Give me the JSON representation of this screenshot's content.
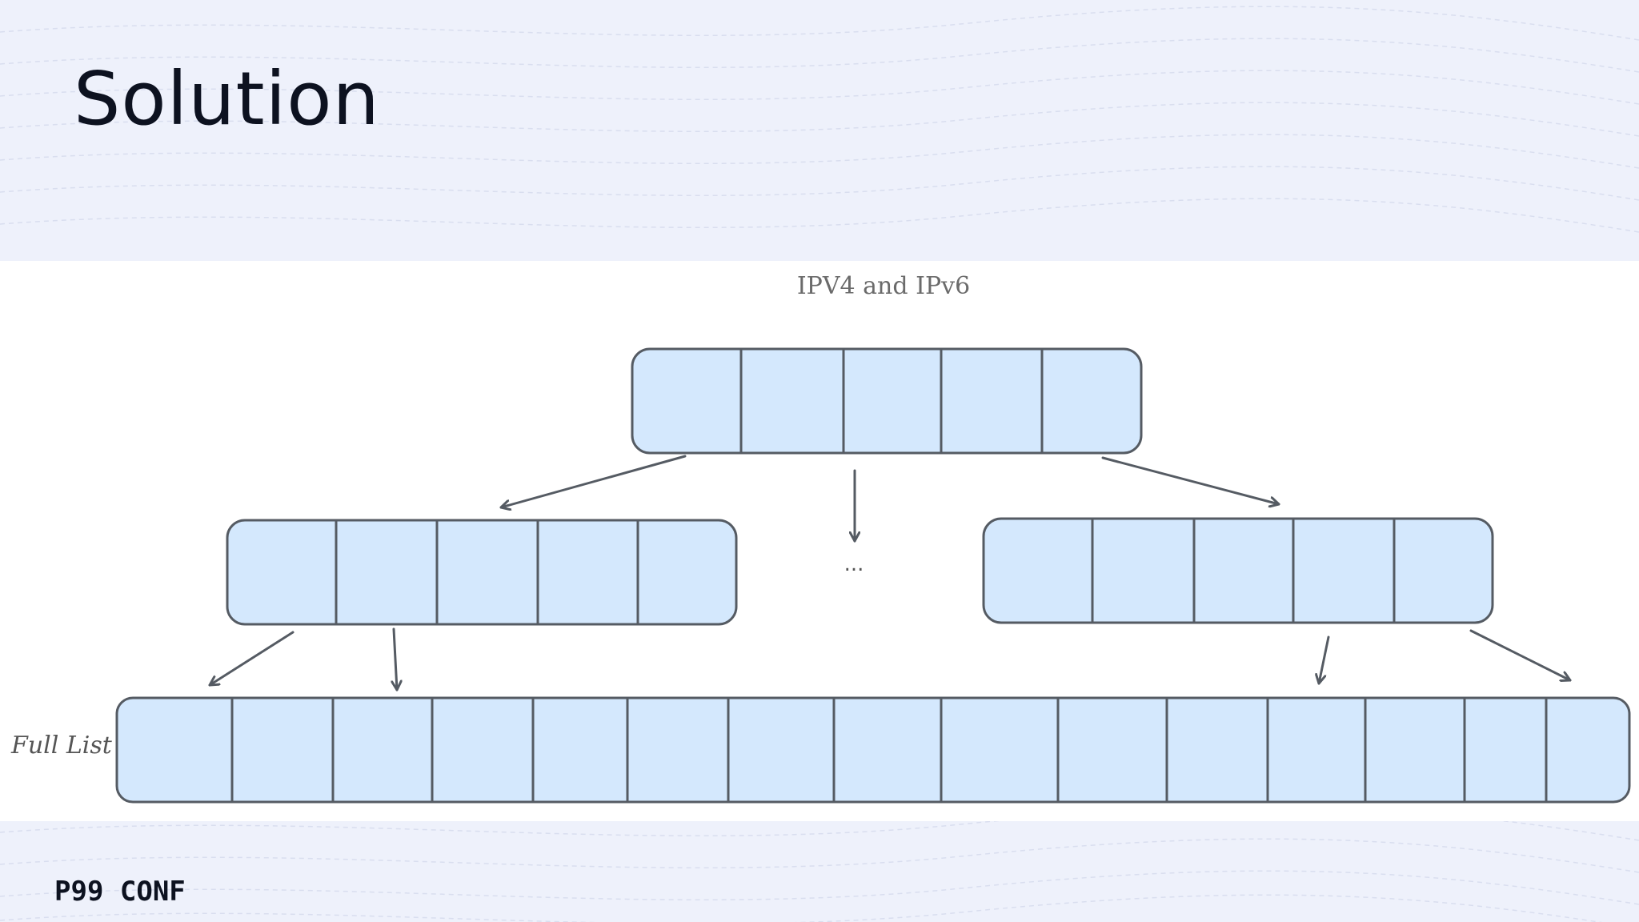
{
  "slide": {
    "title": "Solution",
    "brand": "P99 CONF"
  },
  "diagram": {
    "caption": "IPV4 and IPv6",
    "ellipsis": "...",
    "full_list_label": "Full List",
    "colors": {
      "cell_fill": "#d4e8fd",
      "stroke": "#555b63",
      "background": "#eef1fb"
    },
    "nodes": [
      {
        "id": "root",
        "cells": 5
      },
      {
        "id": "left-child",
        "cells": 5
      },
      {
        "id": "right-child",
        "cells": 5
      },
      {
        "id": "full-list",
        "cells": 15
      }
    ],
    "edges": [
      {
        "from": "root",
        "to": "left-child"
      },
      {
        "from": "root",
        "to": "..."
      },
      {
        "from": "root",
        "to": "right-child"
      },
      {
        "from": "left-child",
        "to": "full-list"
      },
      {
        "from": "left-child",
        "to": "full-list"
      },
      {
        "from": "right-child",
        "to": "full-list"
      },
      {
        "from": "right-child",
        "to": "full-list"
      }
    ]
  }
}
